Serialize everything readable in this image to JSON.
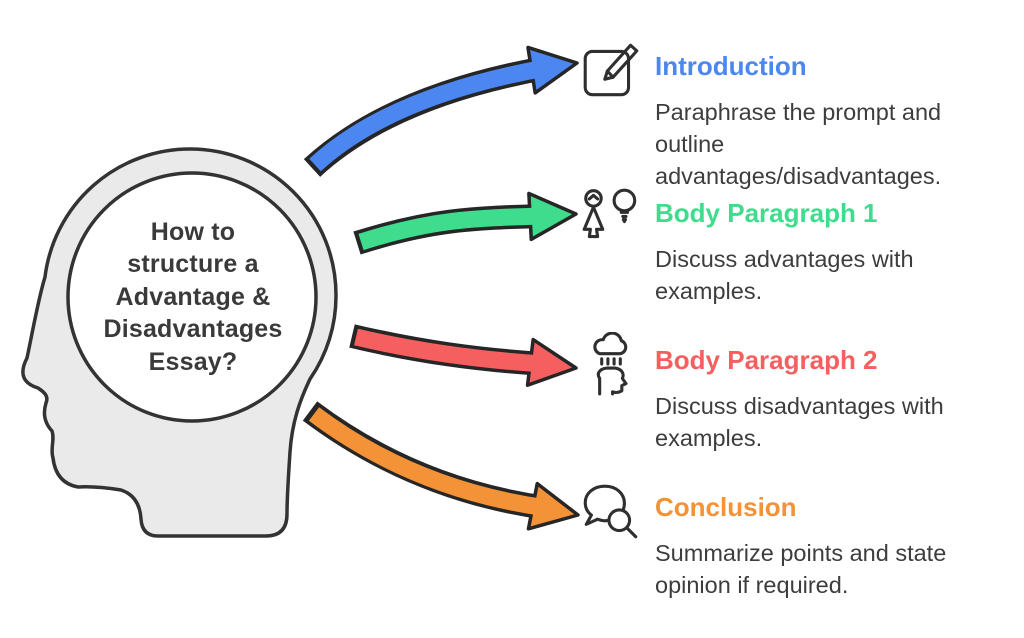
{
  "head": {
    "title_lines": [
      "How to",
      "structure a",
      "Advantage &",
      "Disadvantages",
      "Essay?"
    ],
    "fill_color": "#eaeaea",
    "outline_color": "#333333"
  },
  "sections": [
    {
      "id": "introduction",
      "icon": "compose-icon",
      "title": "Introduction",
      "color": "#4C87F1",
      "body": "Paraphrase the prompt and outline advantages/disadvantages."
    },
    {
      "id": "body-paragraph-1",
      "icon": "person-idea-icon",
      "title": "Body Paragraph 1",
      "color": "#3EDC8C",
      "body": "Discuss advantages with examples."
    },
    {
      "id": "body-paragraph-2",
      "icon": "brainstorm-rain-icon",
      "title": "Body Paragraph 2",
      "color": "#F55F5F",
      "body": "Discuss disadvantages with examples."
    },
    {
      "id": "conclusion",
      "icon": "search-chat-icon",
      "title": "Conclusion",
      "color": "#F39237",
      "body": "Summarize points and state opinion if required."
    }
  ],
  "arrows": [
    {
      "target": "introduction",
      "color": "#4C87F1"
    },
    {
      "target": "body-paragraph-1",
      "color": "#3EDC8C"
    },
    {
      "target": "body-paragraph-2",
      "color": "#F55F5F"
    },
    {
      "target": "conclusion",
      "color": "#F39237"
    }
  ],
  "text_color": "#3d3d3d"
}
